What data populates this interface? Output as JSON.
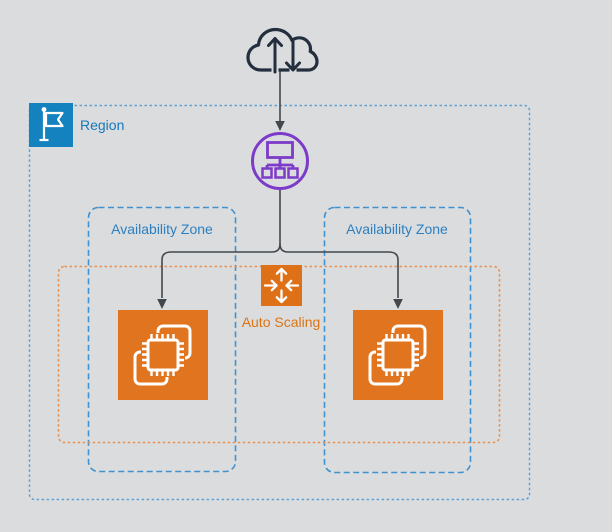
{
  "canvas": {
    "background_color": "#DBDCDE"
  },
  "region": {
    "label": "Region",
    "icon": "region-flag-icon",
    "icon_fill": "#1482BE",
    "label_color": "#1778BC",
    "border_color": "#5EA0D3"
  },
  "availability_zones": [
    {
      "label": "Availability Zone"
    },
    {
      "label": "Availability Zone"
    }
  ],
  "az_style": {
    "border_color": "#3E92D0",
    "label_color": "#2C80C1"
  },
  "internet": {
    "icon": "internet-cloud-icon",
    "color": "#232F3E"
  },
  "load_balancer": {
    "icon": "elastic-load-balancing-icon",
    "color": "#7C3BC9"
  },
  "auto_scaling": {
    "label": "Auto Scaling",
    "icon": "auto-scaling-icon",
    "icon_fill": "#DE7118",
    "label_color": "#DC7414",
    "group_border_color": "#E8914E"
  },
  "ec2_instances": [
    {
      "icon": "ec2-instance-icon",
      "fill": "#E0741F"
    },
    {
      "icon": "ec2-instance-icon",
      "fill": "#E0741F"
    }
  ],
  "connector_color": "#43484D"
}
